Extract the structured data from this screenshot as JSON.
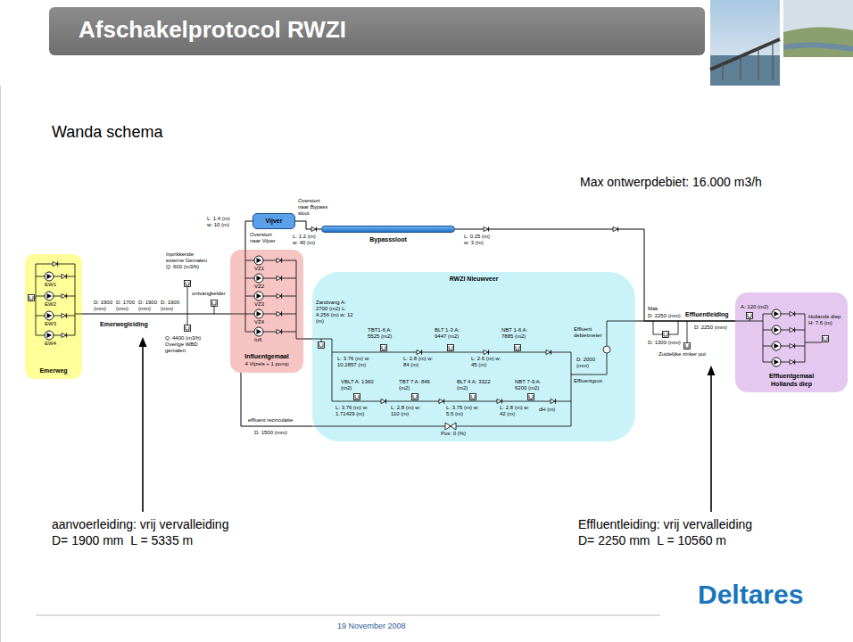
{
  "diagram": {
    "title": "Afschakelprotocol RWZI",
    "nodes": [
      {
        "text": [
          "Vijver"
        ]
      },
      {
        "text": [
          "Bypasssloot"
        ]
      },
      {
        "text": [
          "Emerweg"
        ]
      },
      {
        "text": [
          "Influentgemaal",
          "4 Vijzels + 1 pomp"
        ]
      },
      {
        "text": [
          "RWZI Nieuwveer"
        ]
      },
      {
        "text": [
          "Effluentgemaal Hollands diep"
        ]
      }
    ],
    "edges": [
      {
        "from": 2,
        "to": 3,
        "arrow": "none",
        "label": "Emerwegleiding"
      },
      {
        "from": 3,
        "to": 0,
        "arrow": "none"
      },
      {
        "from": 0,
        "to": 1,
        "arrow": "none"
      },
      {
        "from": 1,
        "to": 5,
        "arrow": "none"
      },
      {
        "from": 3,
        "to": 4,
        "arrow": "none"
      },
      {
        "from": 4,
        "to": 5,
        "arrow": "none",
        "label": "Effluentleiding"
      },
      {
        "from": 4,
        "to": 3,
        "arrow": "none",
        "label": "effluent recirculatie"
      }
    ],
    "labels": [
      "Wanda schema",
      "Max ontwerpdebiet: 16.000 m3/h",
      "EW1",
      "EW2",
      "EW3",
      "EW4",
      "D: 1900 (mm)",
      "D: 1700 (mm)",
      "D: 1900 (mm)",
      "D: 1900 (mm)",
      "Inprikkende externe Gemalen Q: 600 (m3/h)",
      "ontvangkelder",
      "Q: 4400 (m3/h) Overige WBD gemalen",
      "L: 1.4 (m) w: 10 (m)",
      "Overstort naar Vijver",
      "Overstort naar Bypass sloot",
      "L: 1.2 (m) w: 40 (m)",
      "L: 0.25 (m) w: 3 (m)",
      "VZ1",
      "VZ2",
      "VZ3",
      "VZ4",
      "Infl.",
      "Zandvang A: 2700 (m2) L: 4.256 (m) w: 12 (m)",
      "TBT1-6 A: 5525 (m2)",
      "BLT 1-3 A: 9447 (m2)",
      "NBT 1-6 A: 7885 (m2)",
      "L: 3.76 (m) w: 10.2857 (m)",
      "L: 2.8 (m) w: 84 (m)",
      "L: 2.6 (m) w: 45 (m)",
      "VBLT A: 1360 (m2)",
      "TBT 7 A: 846 (m2)",
      "BLT 4 A: 3322 (m2)",
      "NBT 7-9 A: 6200 (m2)",
      "L: 3.76 (m) w: 1.71429 (m)",
      "L: 2.8 (m) w: 110 (m)",
      "L: 3.75 (m) w: 5.5 (m)",
      "L: 2.8 (m) w: 42 (m)",
      "dH (m)",
      "Pos: 0 (%)",
      "D: 1500 (mm)",
      "Effluent debietmeter",
      "D: 2000 (mm)",
      "Effluentgoot",
      "Mak",
      "D: 2250 (mm)",
      "D: 1300 (mm)",
      "Zuidelijke zinker put",
      "D: 2250 (mm)",
      "A: 120 (m2)",
      "Hollands diep H: 7.6 (m)",
      "aanvoerleiding: vrij vervalleiding",
      "D= 1900 mm  L = 5335 m",
      "Effluentleiding: vrij vervalleiding",
      "D= 2250 mm  L = 10560 m",
      "19 November 2008",
      "Deltares"
    ]
  }
}
